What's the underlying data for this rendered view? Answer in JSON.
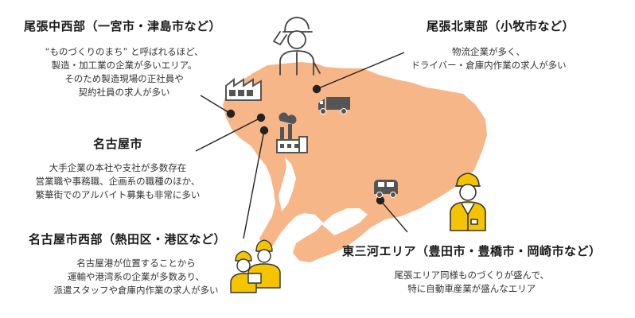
{
  "colors": {
    "land": "#f6b688",
    "line": "#222222",
    "icon_gray": "#555555",
    "worker_yellow": "#f5c400"
  },
  "regions": [
    {
      "id": "owari-central-west",
      "title": "尾張中西部（一宮市・津島市など）",
      "lines": [
        "“ものづくりのまち” と呼ばれるほど、",
        "製造・加工業の企業が多いエリア。",
        "そのため製造現場の正社員や",
        "契約社員の求人が多い"
      ]
    },
    {
      "id": "owari-northeast",
      "title": "尾張北東部（小牧市など）",
      "lines": [
        "物流企業が多く、",
        "ドライバー・倉庫内作業の求人が多い"
      ]
    },
    {
      "id": "nagoya",
      "title": "名古屋市",
      "lines": [
        "大手企業の本社や支社が多数存在",
        "営業職や事務職、企画系の職種のほか、",
        "繁華街でのアルバイト募集も非常に多い"
      ]
    },
    {
      "id": "nagoya-west",
      "title": "名古屋市西部（熱田区・港区など）",
      "lines": [
        "名古屋港が位置することから",
        "運輸や港湾系の企業が多数あり、",
        "派遣スタッフや倉庫内作業の求人が多い"
      ]
    },
    {
      "id": "higashi-mikawa",
      "title": "東三河エリア（豊田市・豊橋市・岡崎市など）",
      "lines": [
        "尾張エリア同様ものづくりが盛んで、",
        "特に自動車産業が盛んなエリア"
      ]
    }
  ],
  "icons": [
    "factory-icon",
    "truck-icon",
    "smokestack-factory-icon",
    "van-icon",
    "worker-saluting-icon",
    "worker-yellow-icon",
    "workers-tablet-icon"
  ]
}
